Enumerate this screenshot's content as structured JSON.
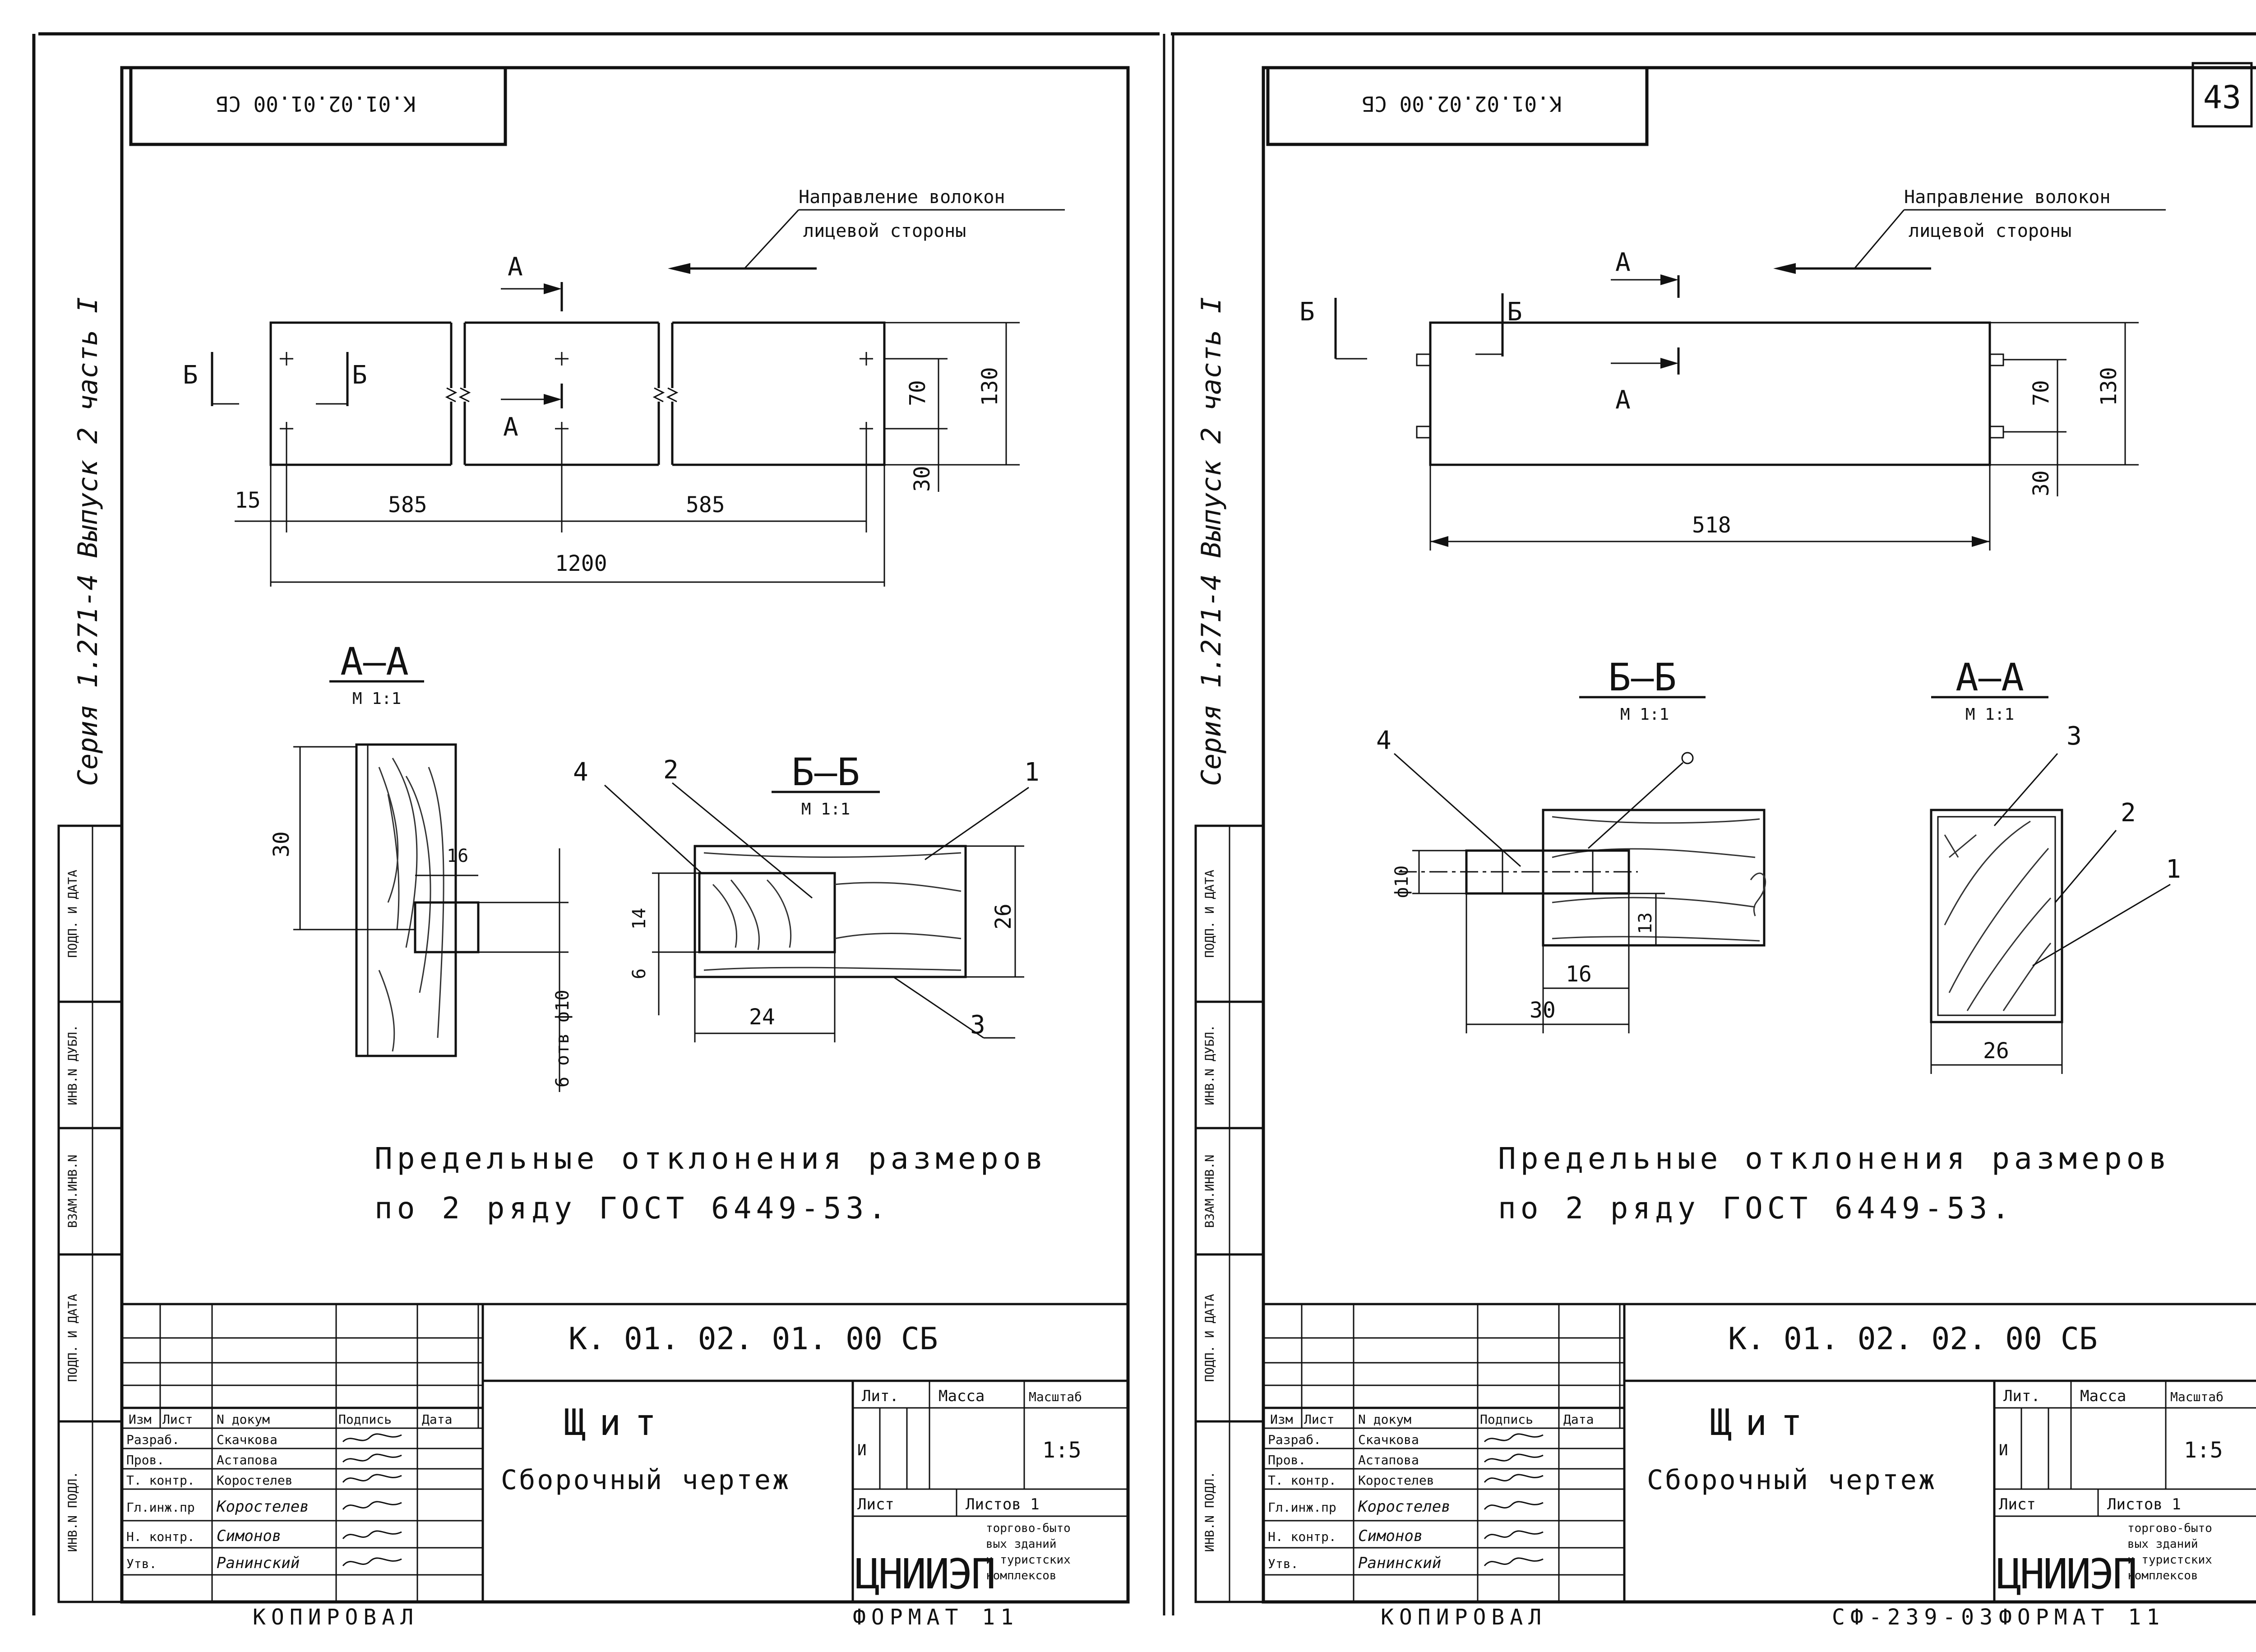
{
  "series_label": "Серия 1.271-4 Выпуск 2 часть I",
  "sheet_number": "43",
  "footer": {
    "copied": "КОПИРОВАЛ",
    "format": "ФОРМАТ 11",
    "archive_ref": "СФ-239-03"
  },
  "side_strip": [
    "ПОДП. И ДАТА",
    "ИНВ.N ДУБЛ.",
    "ВЗАМ.ИНВ.N",
    "ПОДП. И ДАТА",
    "ИНВ.N ПОДЛ."
  ],
  "sheets": [
    {
      "stamp_code": "К.01.02.01.00 СБ",
      "grain_note_1": "Направление волокон",
      "grain_note_2": "лицевой стороны",
      "section_aa": "А—А",
      "section_bb": "Б—Б",
      "section_scale": "М 1:1",
      "section_letter_a": "А",
      "section_letter_b": "Б",
      "dimensions": {
        "d15": "15",
        "d585a": "585",
        "d585b": "585",
        "d1200": "1200",
        "d70": "70",
        "d130": "130",
        "d30": "30",
        "s30": "30",
        "s16": "16",
        "s6otv": "6 отв ф10",
        "s14": "14",
        "s6": "6",
        "s24": "24",
        "s26": "26"
      },
      "callouts": [
        "1",
        "2",
        "3",
        "4"
      ],
      "tolerance_1": "Предельные отклонения размеров",
      "tolerance_2": "по 2 ряду ГОСТ 6449-53.",
      "doc_code": "К. 01. 02. 01. 00 СБ",
      "title": "Щит",
      "subtitle": "Сборочный чертеж",
      "col_headers": [
        "Изм",
        "Лист",
        "N докум",
        "Подпись",
        "Дата"
      ],
      "roles": [
        "Разраб.",
        "Пров.",
        "Т. контр.",
        "Гл.инж.пр",
        "Н. контр.",
        "Утв."
      ],
      "names": [
        "Скачкова",
        "Астапова",
        "Коростелев",
        "Коростелев",
        "Симонов",
        "Ранинский"
      ],
      "lit_label": "Лит.",
      "mass_label": "Масса",
      "scale_label": "Масштаб",
      "lit_value": "И",
      "scale_value": "1:5",
      "sheet_label": "Лист",
      "sheets_label": "Листов 1",
      "org": "ЦНИИЭП",
      "org_desc": [
        "торгово-быто",
        "вых зданий",
        "и туристских",
        "комплексов"
      ]
    },
    {
      "stamp_code": "К.01.02.02.00 СБ",
      "grain_note_1": "Направление волокон",
      "grain_note_2": "лицевой стороны",
      "section_aa": "А—А",
      "section_bb": "Б—Б",
      "section_scale": "М 1:1",
      "section_letter_a": "А",
      "section_letter_b": "Б",
      "dimensions": {
        "d518": "518",
        "d70": "70",
        "d130": "130",
        "d30": "30",
        "s10": "ф10",
        "s13": "13",
        "s16": "16",
        "s30": "30",
        "s26": "26"
      },
      "callouts": [
        "1",
        "2",
        "3",
        "4"
      ],
      "tolerance_1": "Предельные отклонения размеров",
      "tolerance_2": "по 2 ряду ГОСТ 6449-53.",
      "doc_code": "К. 01. 02. 02. 00 СБ",
      "title": "Щит",
      "subtitle": "Сборочный чертеж",
      "col_headers": [
        "Изм",
        "Лист",
        "N докум",
        "Подпись",
        "Дата"
      ],
      "roles": [
        "Разраб.",
        "Пров.",
        "Т. контр.",
        "Гл.инж.пр",
        "Н. контр.",
        "Утв."
      ],
      "names": [
        "Скачкова",
        "Астапова",
        "Коростелев",
        "Коростелев",
        "Симонов",
        "Ранинский"
      ],
      "lit_label": "Лит.",
      "mass_label": "Масса",
      "scale_label": "Масштаб",
      "lit_value": "И",
      "scale_value": "1:5",
      "sheet_label": "Лист",
      "sheets_label": "Листов 1",
      "org": "ЦНИИЭП",
      "org_desc": [
        "торгово-быто",
        "вых зданий",
        "и туристских",
        "комплексов"
      ]
    }
  ]
}
